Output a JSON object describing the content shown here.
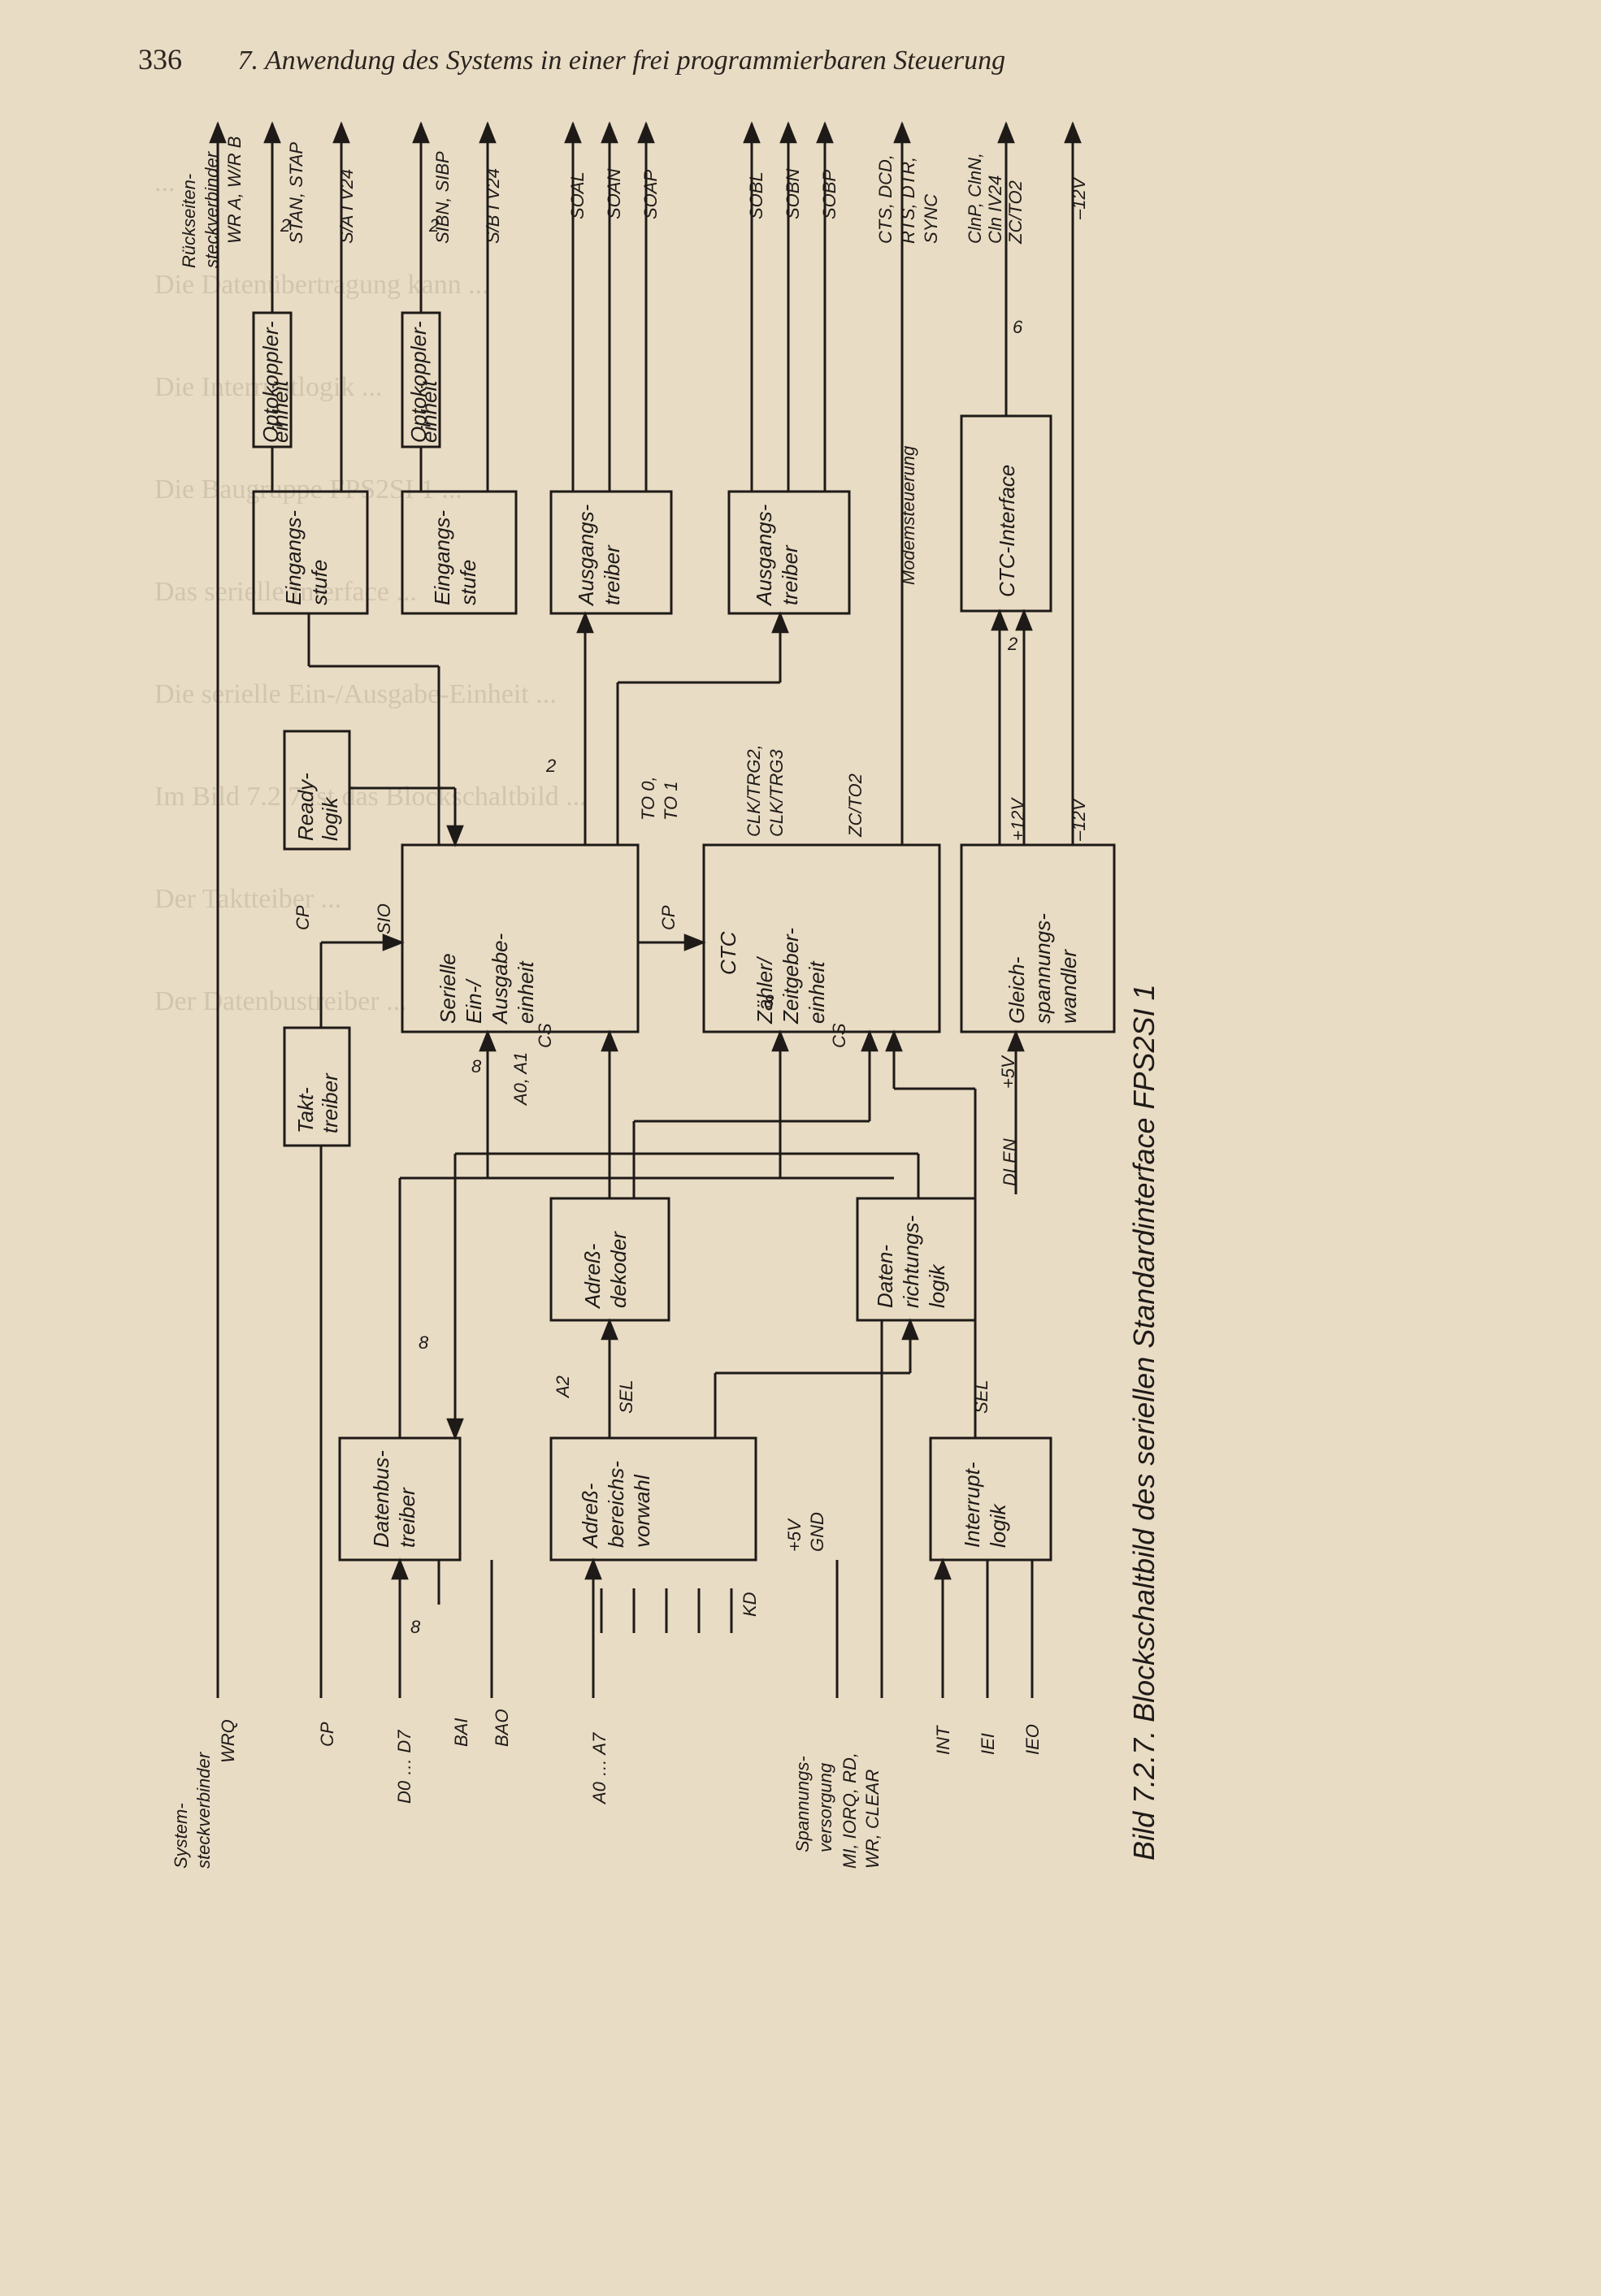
{
  "page_number": "336",
  "running_head": "7. Anwendung des Systems in einer frei programmierbaren Steuerung",
  "background_text": [
    "...",
    "Die Datenübertragung kann ...",
    "Die Interruptlogik ...",
    "Die Baugruppe FPS2SI 1 ...",
    "Das serielle Interface ...",
    "Die serielle Ein-/Ausgabe-Einheit ...",
    "Im Bild 7.2.7 ist das Blockschaltbild ...",
    "Der Taktteiber ...",
    "Der Datenbustreiber ..."
  ],
  "caption": "Bild 7.2.7. Blockschaltbild des seriellen Standardinterface FPS2SI 1",
  "blocks": {
    "optokoppler_a": [
      "Optokoppler-",
      "einheit"
    ],
    "optokoppler_b": [
      "Optokoppler-",
      "einheit"
    ],
    "eingang_a": [
      "Eingangs-",
      "stufe"
    ],
    "eingang_b": [
      "Eingangs-",
      "stufe"
    ],
    "ausgang_a": [
      "Ausgangs-",
      "treiber"
    ],
    "ausgang_b": [
      "Ausgangs-",
      "treiber"
    ],
    "ctc_interface": "CTC-Interface",
    "readylogik": [
      "Ready-",
      "logik"
    ],
    "sio": [
      "Serielle",
      "Ein-/",
      "Ausgabe-",
      "einheit"
    ],
    "ctc": [
      "CTC",
      "Zähler/",
      "Zeitgeber-",
      "einheit"
    ],
    "gleich": [
      "Gleich-",
      "spannungs-",
      "wandler"
    ],
    "takt": [
      "Takt-",
      "treiber"
    ],
    "adressdekoder": [
      "Adreß-",
      "dekoder"
    ],
    "datenrichtung": [
      "Daten-",
      "richtungs-",
      "logik"
    ],
    "datenbus": [
      "Datenbus-",
      "treiber"
    ],
    "adressbereich": [
      "Adreß-",
      "bereichs-",
      "vorwahl"
    ],
    "interrupt": [
      "Interrupt-",
      "logik"
    ]
  },
  "labels": {
    "rueck": [
      "Rückseiten-",
      "steckverbinder"
    ],
    "wr_a": "WR A, W/R B",
    "stan": "STAN, STAP",
    "sia": "S/A I V24",
    "sibn": "SIBN, SIBP",
    "sib": "S/B I V24",
    "soal": "SOAL",
    "soan": "SOAN",
    "soap": "SOAP",
    "sobl": "SOBL",
    "sobn": "SOBN",
    "sobp": "SOBP",
    "cts": "CTS, DCD,",
    "rts": "RTS, DTR,",
    "sync": "SYNC",
    "clnp": "ClnP, ClnN,",
    "cln": "Cln IV24",
    "zc": "ZC/TO2",
    "m12v": "–12V",
    "modem": "Modemsteuerung",
    "n2a": "2",
    "n2b": "2",
    "n6": "6",
    "n2c": "2",
    "n2sio": "2",
    "to": [
      "TO 0,",
      "TO 1"
    ],
    "clk": [
      "CLK/TRG2,",
      "CLK/TRG3"
    ],
    "zcto": "ZC/TO2",
    "sio_lbl": "SIO",
    "cp_a": "CP",
    "cp_b": "CP",
    "p12": "+12V",
    "mm12": "–12V",
    "p5v": "+5V",
    "n8a": "8",
    "a0a1": "A0, A1",
    "cs_a": "CS",
    "n8b": "8",
    "cs_b": "CS",
    "dlen": "DLEN",
    "n8c": "8",
    "a2": "A2",
    "sel_a": "SEL",
    "sel_b": "SEL",
    "p5gnd": [
      "+5V",
      "GND"
    ],
    "kd": "KD",
    "n8d": "8",
    "sys": [
      "System-",
      "steckverbinder"
    ],
    "wrq": "WRQ",
    "cp_sys": "CP",
    "d0d7": "D0 … D7",
    "bai": "BAI",
    "bao": "BAO",
    "a0a7": "A0 … A7",
    "spann": [
      "Spannungs-",
      "versorgung"
    ],
    "mi": "MI, IORQ, RD,",
    "wr": "WR, CLEAR",
    "int": "INT",
    "iei": "IEI",
    "ieo": "IEO"
  }
}
